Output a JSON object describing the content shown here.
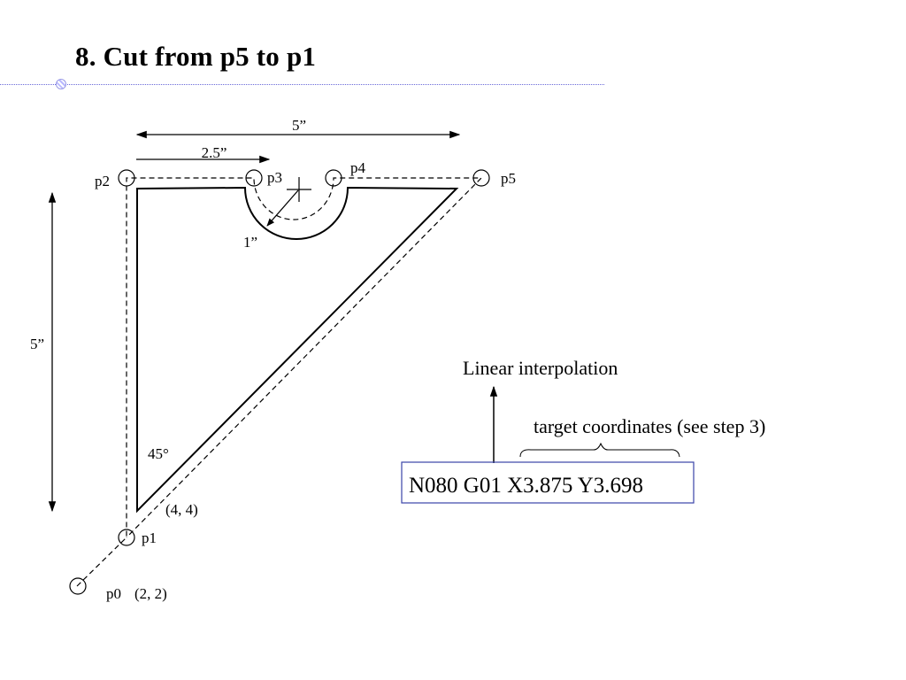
{
  "slide": {
    "title": "8. Cut from p5 to p1"
  },
  "diagram": {
    "dimensions": {
      "top_width": "5”",
      "half_width": "2.5”",
      "radius": "1”",
      "height": "5”"
    },
    "points": {
      "p0": "p0",
      "p0_coord": "(2, 2)",
      "p1": "p1",
      "p1_coord": "(4, 4)",
      "p2": "p2",
      "p3": "p3",
      "p4": "p4",
      "p5": "p5"
    },
    "angle": "45°",
    "annotation_linear": "Linear interpolation",
    "annotation_target": "target coordinates (see step 3)",
    "nc_code": "N080 G01 X3.875 Y3.698"
  }
}
